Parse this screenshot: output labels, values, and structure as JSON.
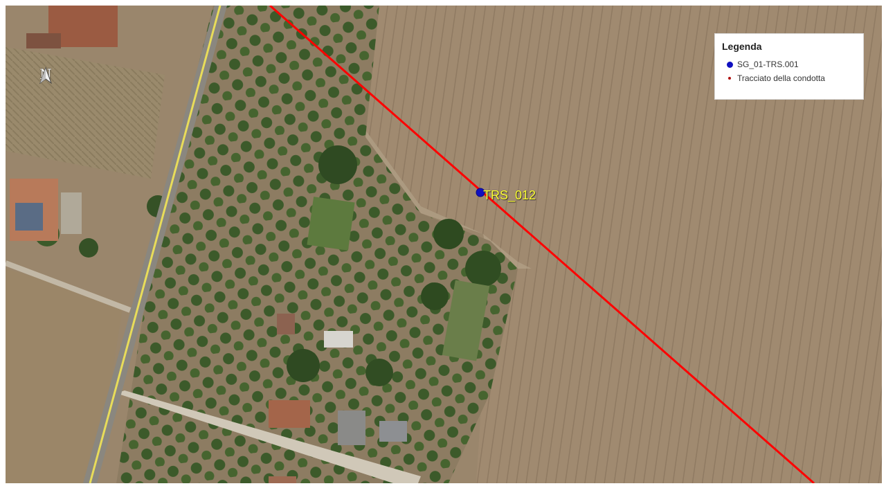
{
  "map": {
    "north_letter": "N",
    "point_label": "TRS_012",
    "colors": {
      "pipeline": "#ff0000",
      "point": "#1010c0",
      "label": "#ffff33"
    }
  },
  "legend": {
    "title": "Legenda",
    "items": [
      {
        "label": "SG_01-TRS.001",
        "symbol": "blue-dot-icon",
        "color": "#1010c0"
      },
      {
        "label": "Tracciato della condotta",
        "symbol": "red-dot-icon",
        "color": "#b01010"
      }
    ]
  }
}
